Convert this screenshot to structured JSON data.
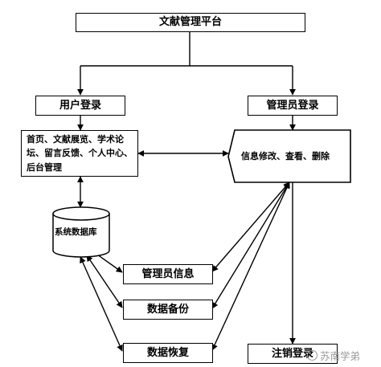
{
  "nodes": {
    "platform": "文献管理平台",
    "user_login": "用户登录",
    "admin_login": "管理员登录",
    "user_functions": "首页、文献展览、学术论坛、留言反馈、个人中心、后台管理",
    "admin_functions": "信息修改、查看、删除",
    "database": "系统数据库",
    "admin_info": "管理员信息",
    "data_backup": "数据备份",
    "data_restore": "数据恢复",
    "logout": "注销登录"
  },
  "watermark": "苏南学弟"
}
